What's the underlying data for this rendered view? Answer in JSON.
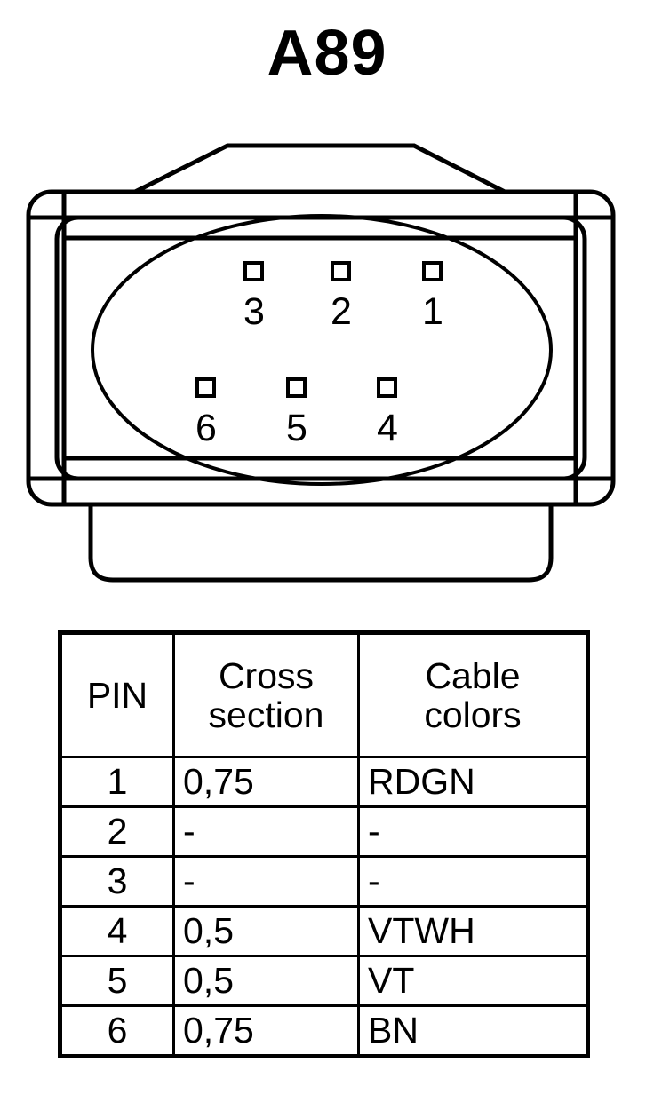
{
  "title": "A89",
  "connector": {
    "name": "connector-face-view",
    "pins": [
      {
        "number": "3",
        "row": "top",
        "order": 1
      },
      {
        "number": "2",
        "row": "top",
        "order": 2
      },
      {
        "number": "1",
        "row": "top",
        "order": 3
      },
      {
        "number": "6",
        "row": "bottom",
        "order": 1
      },
      {
        "number": "5",
        "row": "bottom",
        "order": 2
      },
      {
        "number": "4",
        "row": "bottom",
        "order": 3
      }
    ]
  },
  "table": {
    "headers": {
      "pin": "PIN",
      "cross_section_line1": "Cross",
      "cross_section_line2": "section",
      "cable_colors_line1": "Cable",
      "cable_colors_line2": "colors"
    },
    "rows": [
      {
        "pin": "1",
        "cross_section": "0,75",
        "cable_colors": "RDGN"
      },
      {
        "pin": "2",
        "cross_section": "-",
        "cable_colors": "-"
      },
      {
        "pin": "3",
        "cross_section": "-",
        "cable_colors": "-"
      },
      {
        "pin": "4",
        "cross_section": "0,5",
        "cable_colors": "VTWH"
      },
      {
        "pin": "5",
        "cross_section": "0,5",
        "cable_colors": "VT"
      },
      {
        "pin": "6",
        "cross_section": "0,75",
        "cable_colors": "BN"
      }
    ]
  },
  "colors": {
    "ink": "#000000",
    "paper": "#ffffff"
  }
}
